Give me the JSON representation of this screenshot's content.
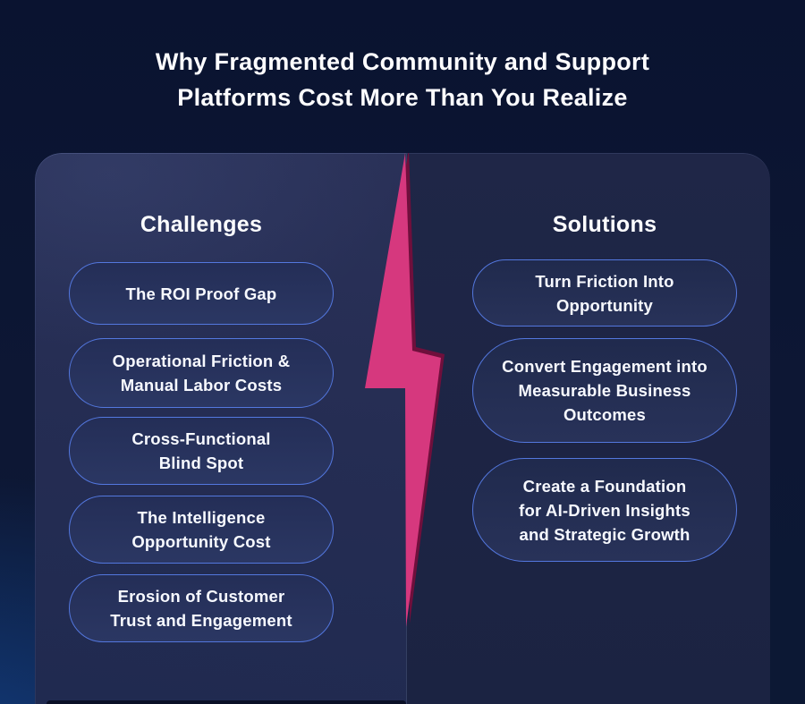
{
  "title": {
    "lines": [
      "Why Fragmented Community and Support",
      "Platforms Cost More Than You Realize"
    ]
  },
  "challenges": {
    "heading": "Challenges",
    "items": [
      "The ROI Proof Gap",
      "Operational Friction &\nManual Labor Costs",
      "Cross-Functional\nBlind Spot",
      "The Intelligence\nOpportunity Cost",
      "Erosion of Customer\nTrust and Engagement"
    ]
  },
  "solutions": {
    "heading": "Solutions",
    "items": [
      "Turn Friction Into\nOpportunity",
      "Convert Engagement into\nMeasurable Business\nOutcomes",
      "Create a Foundation\nfor AI-Driven Insights\nand Strategic Growth"
    ]
  },
  "divider": {
    "icon": "lightning-bolt",
    "color": "#d6387e",
    "shadow_color": "#6f0f3c"
  },
  "colors": {
    "page_background": "#0c1632",
    "panel_left": "#252d53",
    "panel_right": "#1d2443",
    "pill_border": "#5377de",
    "text": "#f7f9ff",
    "title_text": "#fdfdff"
  }
}
